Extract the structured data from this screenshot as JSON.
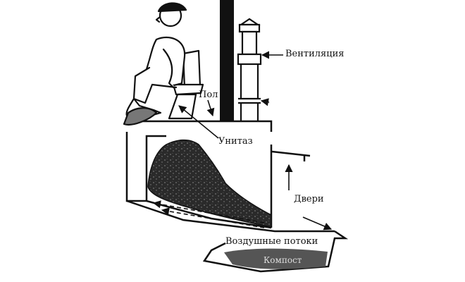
{
  "labels": {
    "ventilation": "Вентиляция",
    "floor": "Пол",
    "toilet": "Унитаз",
    "doors": "Двери",
    "air_flows": "Воздушные потоки",
    "compost": "Компост"
  },
  "colors": {
    "ink": "#111111",
    "pile": "#2a2a2a",
    "compost": "#555555",
    "compost_text": "#dddddd",
    "background": "#ffffff"
  }
}
